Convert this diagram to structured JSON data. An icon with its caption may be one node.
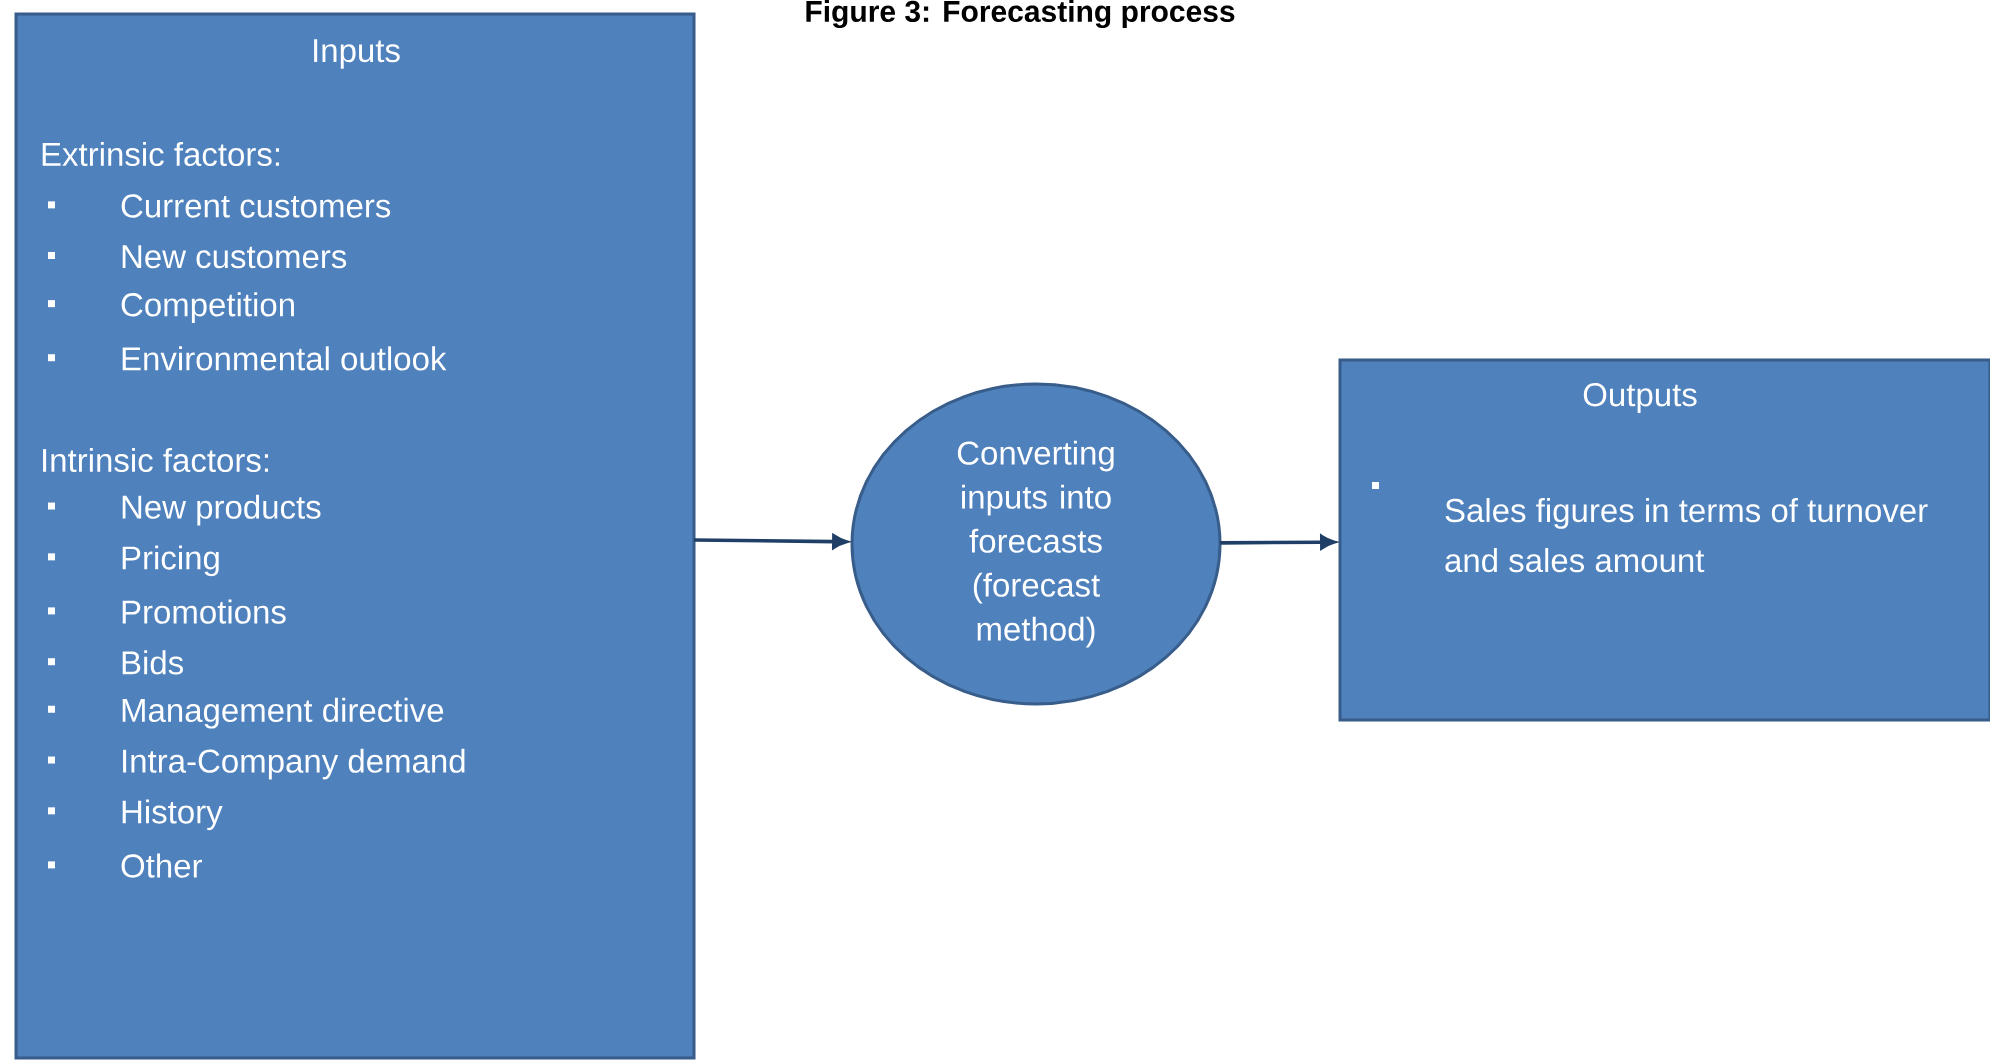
{
  "diagram": {
    "title": "Figure 3: Forecasting process",
    "nodes": [
      {
        "text": [
          "Inputs",
          "Extrinsic factors:",
          "Current customers",
          "New customers",
          "Competition",
          "Environmental outlook",
          "Intrinsic factors:",
          "New products",
          "Pricing",
          "Promotions",
          "Bids",
          "Management directive",
          "Intra-Company demand",
          "History",
          "Other"
        ]
      },
      {
        "text": [
          "Converting inputs into forecasts (forecast method)"
        ]
      },
      {
        "text": [
          "Outputs",
          "Sales figures in terms of turnover and sales amount"
        ]
      }
    ],
    "edges": [
      {
        "from": 0,
        "to": 1,
        "arrow": "to"
      },
      {
        "from": 1,
        "to": 2,
        "arrow": "to"
      }
    ]
  }
}
